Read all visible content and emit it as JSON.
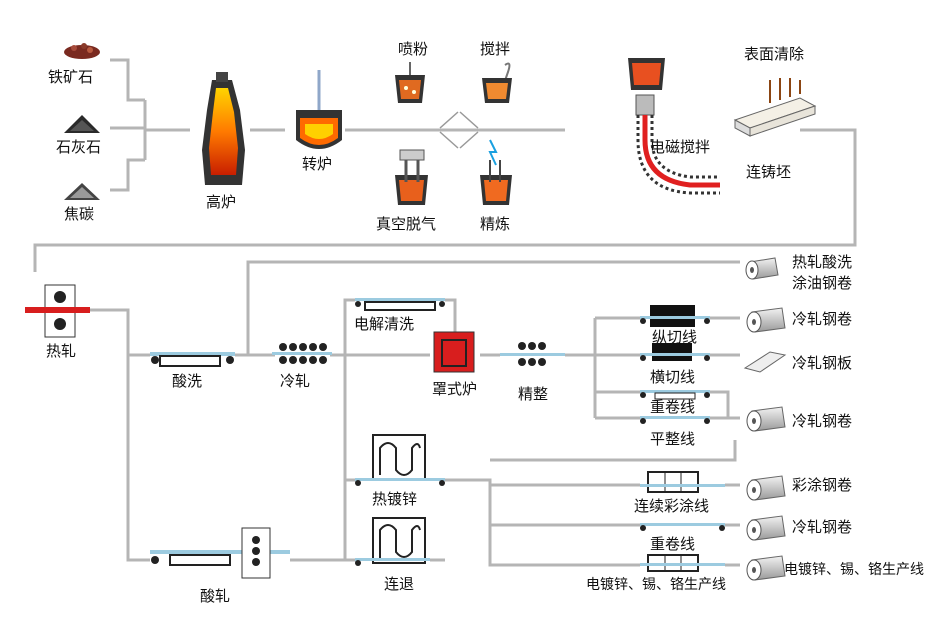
{
  "raw_materials": {
    "iron_ore": "铁矿石",
    "limestone": "石灰石",
    "coke": "焦碳"
  },
  "ironmaking": {
    "blast_furnace": "高炉",
    "converter": "转炉"
  },
  "refining": {
    "powder_injection": "喷粉",
    "stirring": "搅拌",
    "vacuum_degassing": "真空脱气",
    "refining": "精炼"
  },
  "casting": {
    "em_stirring": "电磁搅拌",
    "surface_cleaning": "表面清除",
    "slab": "连铸坯"
  },
  "rolling": {
    "hot_rolling": "热轧",
    "pickling": "酸洗",
    "cold_rolling": "冷轧",
    "electrolytic_cleaning": "电解清洗",
    "bell_furnace": "罩式炉",
    "finishing": "精整",
    "hot_dip_galvanizing": "热镀锌",
    "pickling_rolling": "酸轧",
    "continuous_annealing": "连退"
  },
  "lines": {
    "slitting": "纵切线",
    "cross_cutting": "横切线",
    "recoiling": "重卷线",
    "leveling": "平整线",
    "color_coating": "连续彩涂线",
    "recoiling_2": "重卷线",
    "electroplating": "电镀锌、锡、铬生产线"
  },
  "products": {
    "hot_pickled_oiled": "热轧酸洗",
    "hot_pickled_oiled_2": "涂油钢卷",
    "cold_coil_1": "冷轧钢卷",
    "cold_sheet": "冷轧钢板",
    "cold_coil_2": "冷轧钢卷",
    "color_coated_coil": "彩涂钢卷",
    "cold_coil_3": "冷轧钢卷",
    "electroplated": "电镀锌、锡、铬生产线"
  },
  "colors": {
    "flow_line": "#b8b8b8",
    "molten": "#e8501c",
    "ladle": "#333333",
    "furnace_red": "#d81e1e",
    "strip_blue": "#9ccbe0"
  }
}
